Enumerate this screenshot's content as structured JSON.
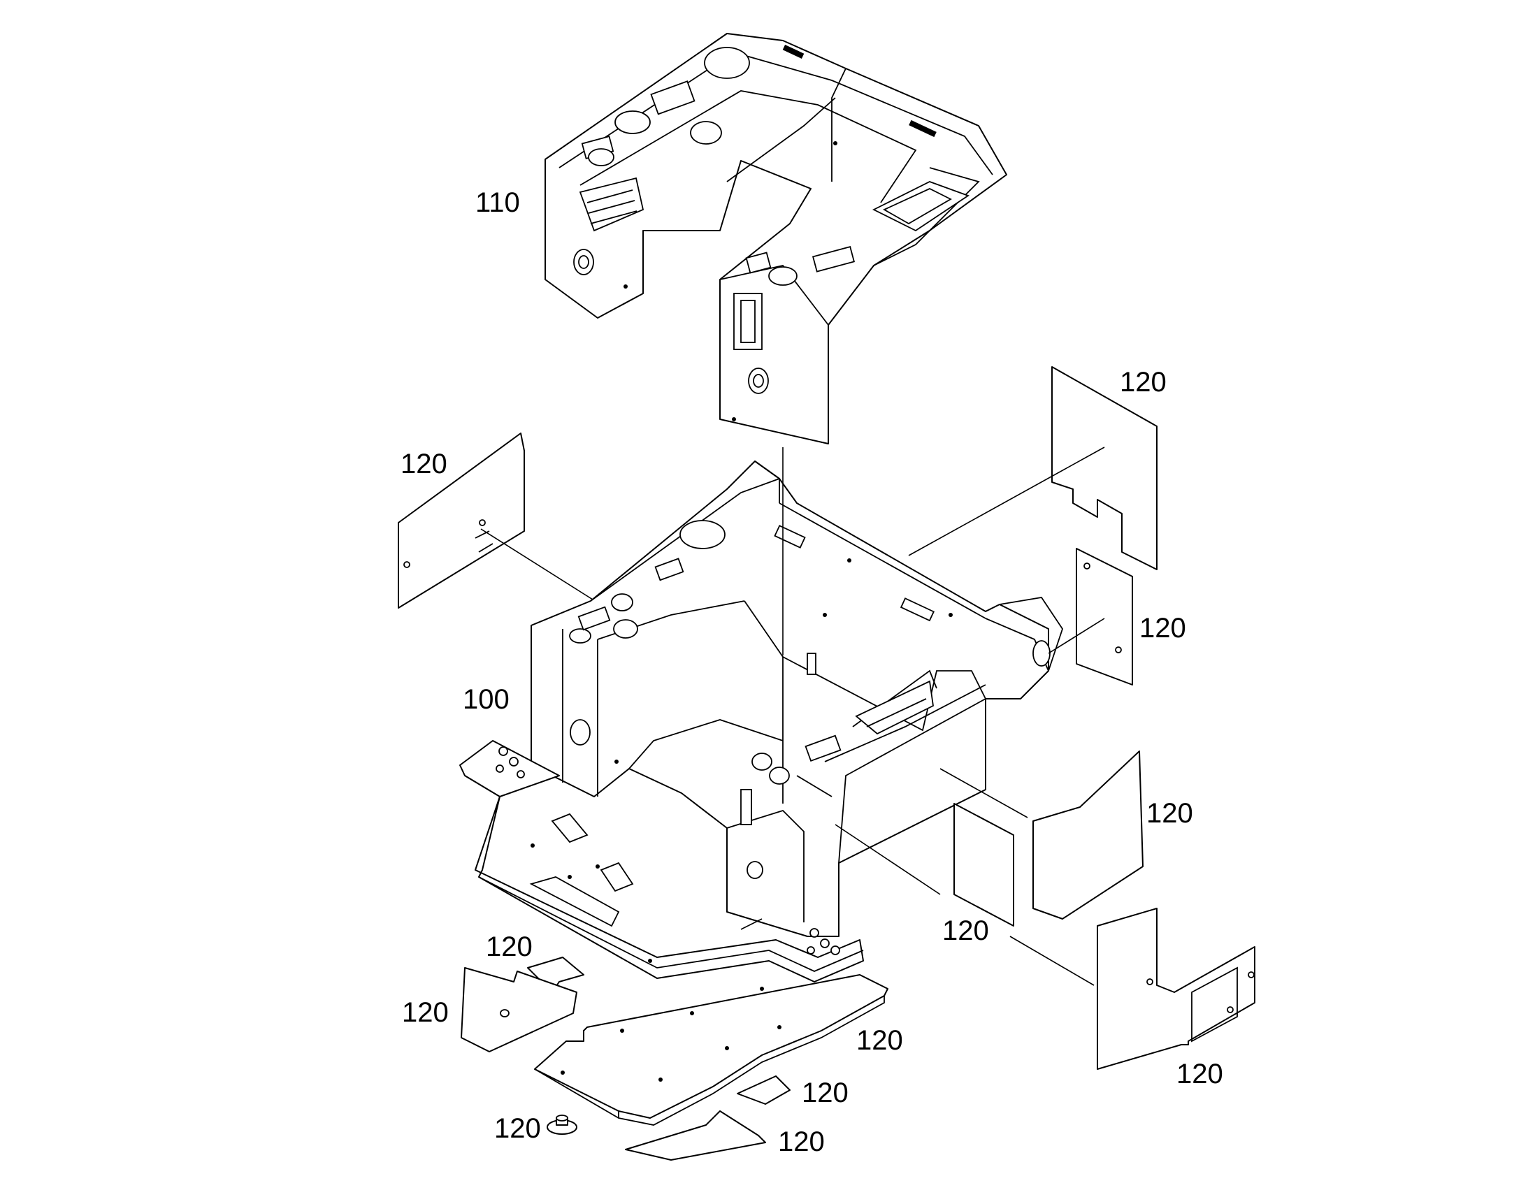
{
  "callouts": {
    "c110": "110",
    "c100": "100",
    "c120_top_right": "120",
    "c120_left_panel": "120",
    "c120_right_plate": "120",
    "c120_right_cover": "120",
    "c120_front_panels": "120",
    "c120_small_top": "120",
    "c120_left_lower": "120",
    "c120_floor_plate": "120",
    "c120_rear_panel": "120",
    "c120_small_piece": "120",
    "c120_foot": "120",
    "c120_bottom_strip": "120"
  },
  "colors": {
    "line": "#000000",
    "background": "#ffffff"
  }
}
